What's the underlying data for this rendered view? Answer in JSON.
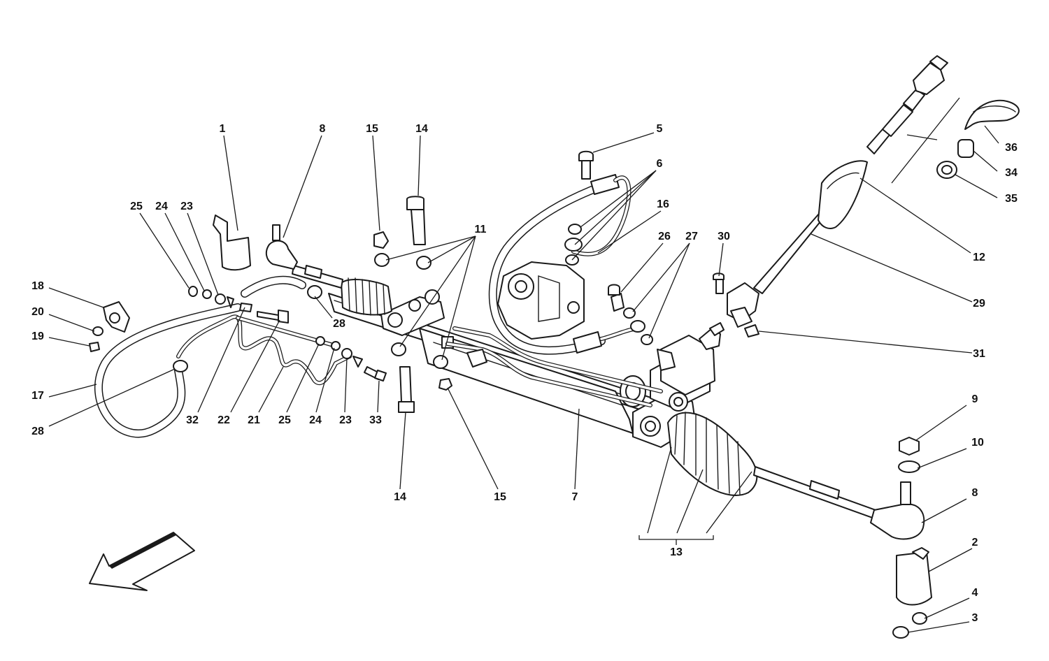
{
  "labels": [
    {
      "id": "l1",
      "text": "1"
    },
    {
      "id": "l8a",
      "text": "8"
    },
    {
      "id": "l15a",
      "text": "15"
    },
    {
      "id": "l14a",
      "text": "14"
    },
    {
      "id": "l5",
      "text": "5"
    },
    {
      "id": "l6",
      "text": "6"
    },
    {
      "id": "l16",
      "text": "16"
    },
    {
      "id": "l26",
      "text": "26"
    },
    {
      "id": "l27",
      "text": "27"
    },
    {
      "id": "l30",
      "text": "30"
    },
    {
      "id": "l25a",
      "text": "25"
    },
    {
      "id": "l24a",
      "text": "24"
    },
    {
      "id": "l23a",
      "text": "23"
    },
    {
      "id": "l11",
      "text": "11"
    },
    {
      "id": "l36",
      "text": "36"
    },
    {
      "id": "l34",
      "text": "34"
    },
    {
      "id": "l35",
      "text": "35"
    },
    {
      "id": "l12",
      "text": "12"
    },
    {
      "id": "l29",
      "text": "29"
    },
    {
      "id": "l31",
      "text": "31"
    },
    {
      "id": "l18",
      "text": "18"
    },
    {
      "id": "l20",
      "text": "20"
    },
    {
      "id": "l19",
      "text": "19"
    },
    {
      "id": "l17",
      "text": "17"
    },
    {
      "id": "l28a",
      "text": "28"
    },
    {
      "id": "l28b",
      "text": "28"
    },
    {
      "id": "l32",
      "text": "32"
    },
    {
      "id": "l22",
      "text": "22"
    },
    {
      "id": "l21",
      "text": "21"
    },
    {
      "id": "l25b",
      "text": "25"
    },
    {
      "id": "l24b",
      "text": "24"
    },
    {
      "id": "l23b",
      "text": "23"
    },
    {
      "id": "l33",
      "text": "33"
    },
    {
      "id": "l14b",
      "text": "14"
    },
    {
      "id": "l15b",
      "text": "15"
    },
    {
      "id": "l7",
      "text": "7"
    },
    {
      "id": "l13",
      "text": "13"
    },
    {
      "id": "l9",
      "text": "9"
    },
    {
      "id": "l10",
      "text": "10"
    },
    {
      "id": "l8b",
      "text": "8"
    },
    {
      "id": "l2",
      "text": "2"
    },
    {
      "id": "l4",
      "text": "4"
    },
    {
      "id": "l3",
      "text": "3"
    }
  ],
  "icons": {
    "direction": "direction-arrow-icon"
  }
}
